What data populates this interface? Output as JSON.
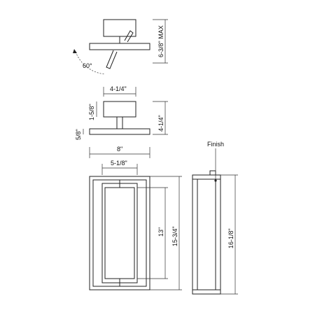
{
  "dimensions": {
    "max_height": "6-3/8\" MAX",
    "swivel_angle": "60°",
    "canopy_width": "4-1/4\"",
    "canopy_depth": "1-5/8\"",
    "plate_thickness": "5/8\"",
    "mount_height": "4-1/4\"",
    "overall_width": "8\"",
    "inner_width": "5-1/8\"",
    "inner_height": "13\"",
    "frame_height": "15-3/4\"",
    "overall_height": "16-1/8\""
  },
  "callouts": {
    "finish": "Finish"
  }
}
